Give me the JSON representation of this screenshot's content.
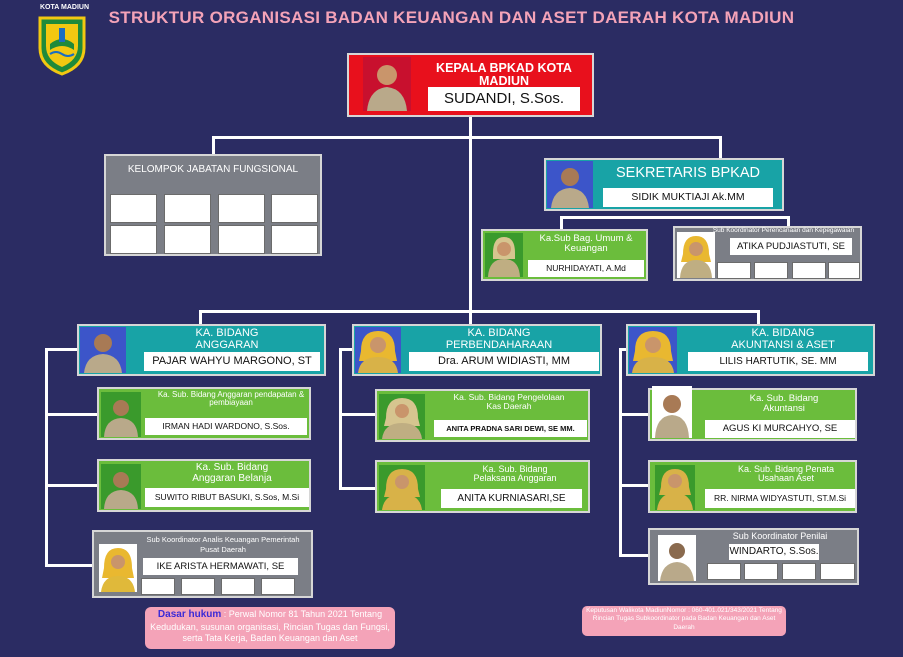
{
  "header": {
    "title": "STRUKTUR ORGANISASI BADAN KEUANGAN DAN ASET DAERAH KOTA MADIUN",
    "city_label": "KOTA MADIUN"
  },
  "colors": {
    "background": "#2b2c63",
    "title": "#f4a3b8",
    "head_red": "#e8101c",
    "teal": "#18a3a6",
    "green": "#6bbd3c",
    "gray": "#7b7e86",
    "pink_box": "#f4a3b8"
  },
  "head": {
    "title": "KEPALA BPKAD KOTA MADIUN",
    "name": "SUDANDI, S.Sos."
  },
  "kelompok": {
    "title": "KELOMPOK JABATAN  FUNGSIONAL"
  },
  "secretary": {
    "title": "SEKRETARIS BPKAD",
    "name": "SIDIK MUKTIAJI Ak.MM"
  },
  "sub_bag": {
    "title": "Ka.Sub Bag. Umum & Keuangan",
    "name": "NURHIDAYATI, A.Md"
  },
  "sub_koord_kepeg": {
    "title": "Sub Koordinator Perencanaan dan Kepegawaian",
    "name": "ATIKA PUDJIASTUTI, SE"
  },
  "bidang": [
    {
      "title": "KA. BIDANG ANGGARAN",
      "name": "PAJAR WAHYU MARGONO, ST"
    },
    {
      "title": "KA. BIDANG PERBENDAHARAAN",
      "name": "Dra. ARUM WIDIASTI, MM"
    },
    {
      "title": "KA. BIDANG AKUNTANSI & ASET",
      "name": "LILIS HARTUTIK, SE. MM"
    }
  ],
  "anggaran_units": [
    {
      "title": "Ka. Sub. Bidang Anggaran pendapatan & pembiayaan",
      "name": "IRMAN HADI WARDONO, S.Sos."
    },
    {
      "title": "Ka. Sub. Bidang Anggaran Belanja",
      "name": "SUWITO RIBUT BASUKI, S.Sos, M.Si"
    },
    {
      "title": "Sub Koordinator  Analis Keuangan Pemerintah Pusat  Daerah",
      "name": "IKE ARISTA HERMAWATI, SE"
    }
  ],
  "perbendaharaan_units": [
    {
      "title": "Ka. Sub. Bidang Pengelolaan Kas Daerah",
      "name": "ANITA PRADNA SARI DEWI, SE MM."
    },
    {
      "title": "Ka. Sub. Bidang Pelaksana Anggaran",
      "name": "ANITA KURNIASARI,SE"
    }
  ],
  "akuntansi_units": [
    {
      "title": "Ka. Sub. Bidang Akuntansi",
      "name": "AGUS KI MURCAHYO, SE"
    },
    {
      "title": "Ka. Sub. Bidang Penata Usahaan Aset",
      "name": "RR. NIRMA WIDYASTUTI, ST.M.Si"
    },
    {
      "title": "Sub Koordinator  Penilai",
      "name": "WINDARTO, S.Sos."
    }
  ],
  "footer": {
    "dasar_label": "Dasar hukum",
    "dasar_text": ": Perwal Nomor 81 Tahun 2021 Tentang Kedudukan, susunan organisasi, Rincian Tugas dan Fungsi, serta Tata Kerja, Badan Keuangan dan Aset",
    "keputusan_text": "Keputusan Walikota MadiunNomor : 060-401.021/343/2021 Tentang Rincian Tugas Subkoordinator pada Badan Keuangan dan Aset Daerah"
  },
  "icons": {
    "emblem": "city-emblem-icon",
    "photo": "person-photo"
  }
}
